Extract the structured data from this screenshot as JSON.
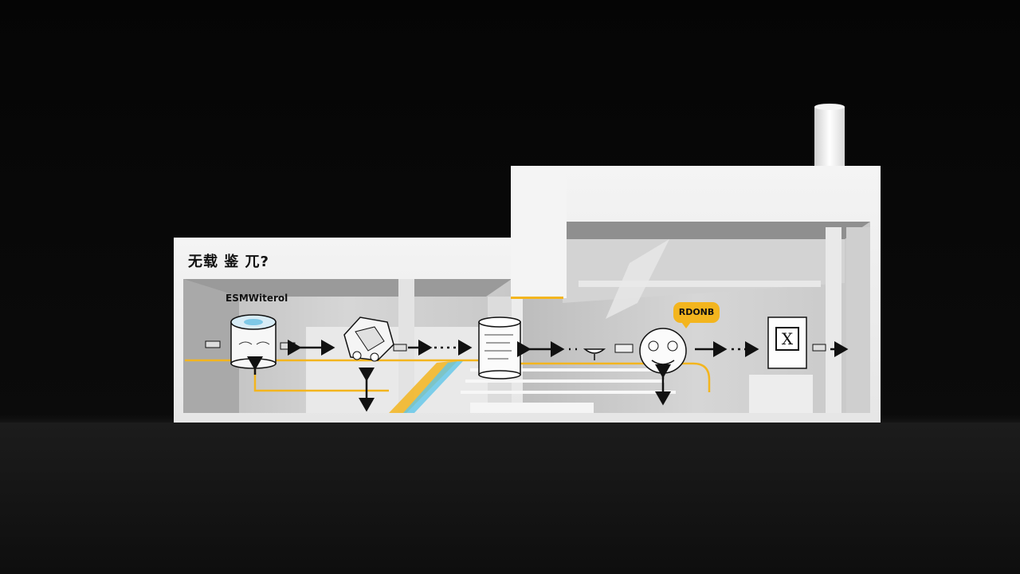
{
  "diagram": {
    "title": "无载 鉴 兀?",
    "subtitle": "ESMWiterol",
    "badge": "RDONB",
    "doc_symbol": "X"
  },
  "colors": {
    "accent_yellow": "#f3b51e",
    "accent_blue": "#5fc6e8",
    "wall_white": "#f2f2f2",
    "background": "#070707"
  },
  "icons": [
    "reactor-tank-icon",
    "robot-machine-icon",
    "document-cylinder-icon",
    "dish-icon",
    "face-node-icon",
    "document-frame-icon",
    "chimney-icon"
  ]
}
